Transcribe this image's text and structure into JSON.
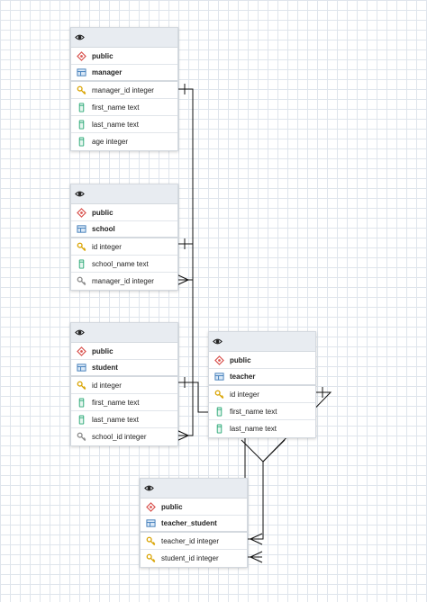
{
  "tables": [
    {
      "schema": "public",
      "name": "manager",
      "columns": [
        {
          "label": "manager_id integer",
          "icon": "primary-key-icon"
        },
        {
          "label": "first_name text",
          "icon": "column-icon"
        },
        {
          "label": "last_name text",
          "icon": "column-icon"
        },
        {
          "label": "age integer",
          "icon": "column-icon"
        }
      ]
    },
    {
      "schema": "public",
      "name": "school",
      "columns": [
        {
          "label": "id integer",
          "icon": "primary-key-icon"
        },
        {
          "label": "school_name text",
          "icon": "column-icon"
        },
        {
          "label": "manager_id integer",
          "icon": "foreign-key-icon"
        }
      ]
    },
    {
      "schema": "public",
      "name": "student",
      "columns": [
        {
          "label": "id integer",
          "icon": "primary-key-icon"
        },
        {
          "label": "first_name text",
          "icon": "column-icon"
        },
        {
          "label": "last_name text",
          "icon": "column-icon"
        },
        {
          "label": "school_id integer",
          "icon": "foreign-key-icon"
        }
      ]
    },
    {
      "schema": "public",
      "name": "teacher",
      "columns": [
        {
          "label": "id integer",
          "icon": "primary-key-icon"
        },
        {
          "label": "first_name text",
          "icon": "column-icon"
        },
        {
          "label": "last_name text",
          "icon": "column-icon"
        }
      ]
    },
    {
      "schema": "public",
      "name": "teacher_student",
      "columns": [
        {
          "label": "teacher_id integer",
          "icon": "primary-key-icon"
        },
        {
          "label": "student_id integer",
          "icon": "primary-key-icon"
        }
      ]
    }
  ],
  "relations": [
    {
      "from": "school.manager_id",
      "to": "manager.manager_id"
    },
    {
      "from": "student.school_id",
      "to": "school.id"
    },
    {
      "from": "teacher_student.teacher_id",
      "to": "teacher.id"
    },
    {
      "from": "teacher_student.student_id",
      "to": "student.id"
    }
  ],
  "colors": {
    "grid": "#dfe5ec",
    "header": "#e8ecf1",
    "schema_icon": "#d9534f",
    "table_icon": "#3d7ab8",
    "key_icon": "#d9a300",
    "column_icon": "#2aa876",
    "line": "#111111"
  }
}
